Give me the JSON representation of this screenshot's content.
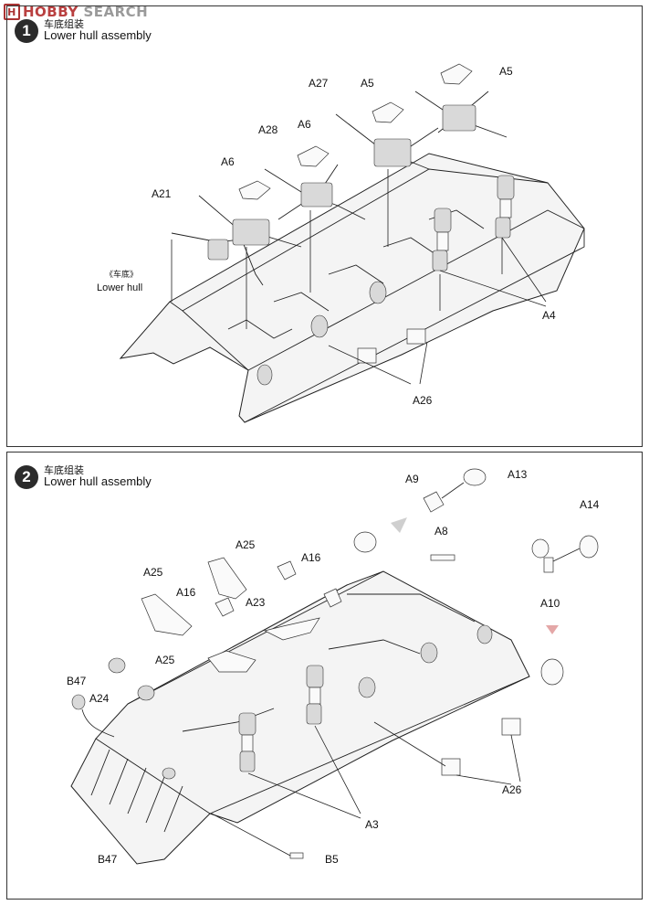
{
  "watermark": {
    "text_a": "HOBBY",
    "text_b": " SEARCH",
    "mark": "H"
  },
  "steps": [
    {
      "number": "1",
      "title_cn": "车底组装",
      "title_en": "Lower hull assembly"
    },
    {
      "number": "2",
      "title_cn": "车底组装",
      "title_en": "Lower hull assembly"
    }
  ],
  "step1": {
    "hull_label_cn": "《车底》",
    "hull_label_en": "Lower hull",
    "parts": [
      "A5",
      "A27",
      "A5",
      "A6",
      "A28",
      "A6",
      "A21",
      "A4",
      "A26"
    ]
  },
  "step2": {
    "parts": [
      "A9",
      "A13",
      "A14",
      "A8",
      "A10",
      "A25",
      "A16",
      "A25",
      "A16",
      "A23",
      "A25",
      "B47",
      "A24",
      "A26",
      "A3",
      "B47",
      "B5"
    ]
  }
}
